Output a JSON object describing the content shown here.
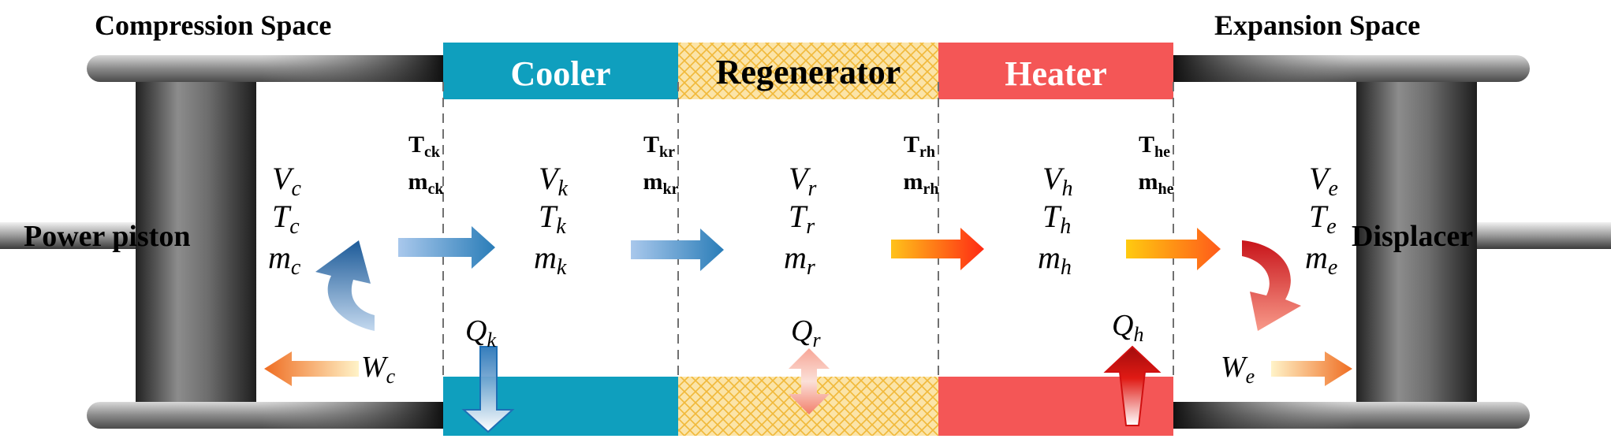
{
  "labels": {
    "compression_space": "Compression Space",
    "expansion_space": "Expansion Space",
    "cooler": "Cooler",
    "regenerator": "Regenerator",
    "heater": "Heater",
    "power_piston": "Power piston",
    "displacer": "Displacer"
  },
  "interfaces": [
    {
      "T": "T",
      "T_sub": "ck",
      "m": "m",
      "m_sub": "ck"
    },
    {
      "T": "T",
      "T_sub": "kr",
      "m": "m",
      "m_sub": "kr"
    },
    {
      "T": "T",
      "T_sub": "rh",
      "m": "m",
      "m_sub": "rh"
    },
    {
      "T": "T",
      "T_sub": "he",
      "m": "m",
      "m_sub": "he"
    }
  ],
  "spaces": [
    {
      "V": "V",
      "T": "T",
      "m": "m",
      "sub": "c"
    },
    {
      "V": "V",
      "T": "T",
      "m": "m",
      "sub": "k"
    },
    {
      "V": "V",
      "T": "T",
      "m": "m",
      "sub": "r"
    },
    {
      "V": "V",
      "T": "T",
      "m": "m",
      "sub": "h"
    },
    {
      "V": "V",
      "T": "T",
      "m": "m",
      "sub": "e"
    }
  ],
  "heat": {
    "Qk": {
      "sym": "Q",
      "sub": "k"
    },
    "Qr": {
      "sym": "Q",
      "sub": "r"
    },
    "Qh": {
      "sym": "Q",
      "sub": "h"
    }
  },
  "work": {
    "Wc": {
      "sym": "W",
      "sub": "c"
    },
    "We": {
      "sym": "W",
      "sub": "e"
    }
  },
  "colors": {
    "cooler": "#0f9fbe",
    "regenerator": "#f6d27a",
    "heater": "#f45656",
    "cylinder": "#3a3a3a",
    "cold_arrow": "#2f7fb8",
    "hot_arrow": "#ff3a1e",
    "work_arrow": "#f07a2a"
  }
}
